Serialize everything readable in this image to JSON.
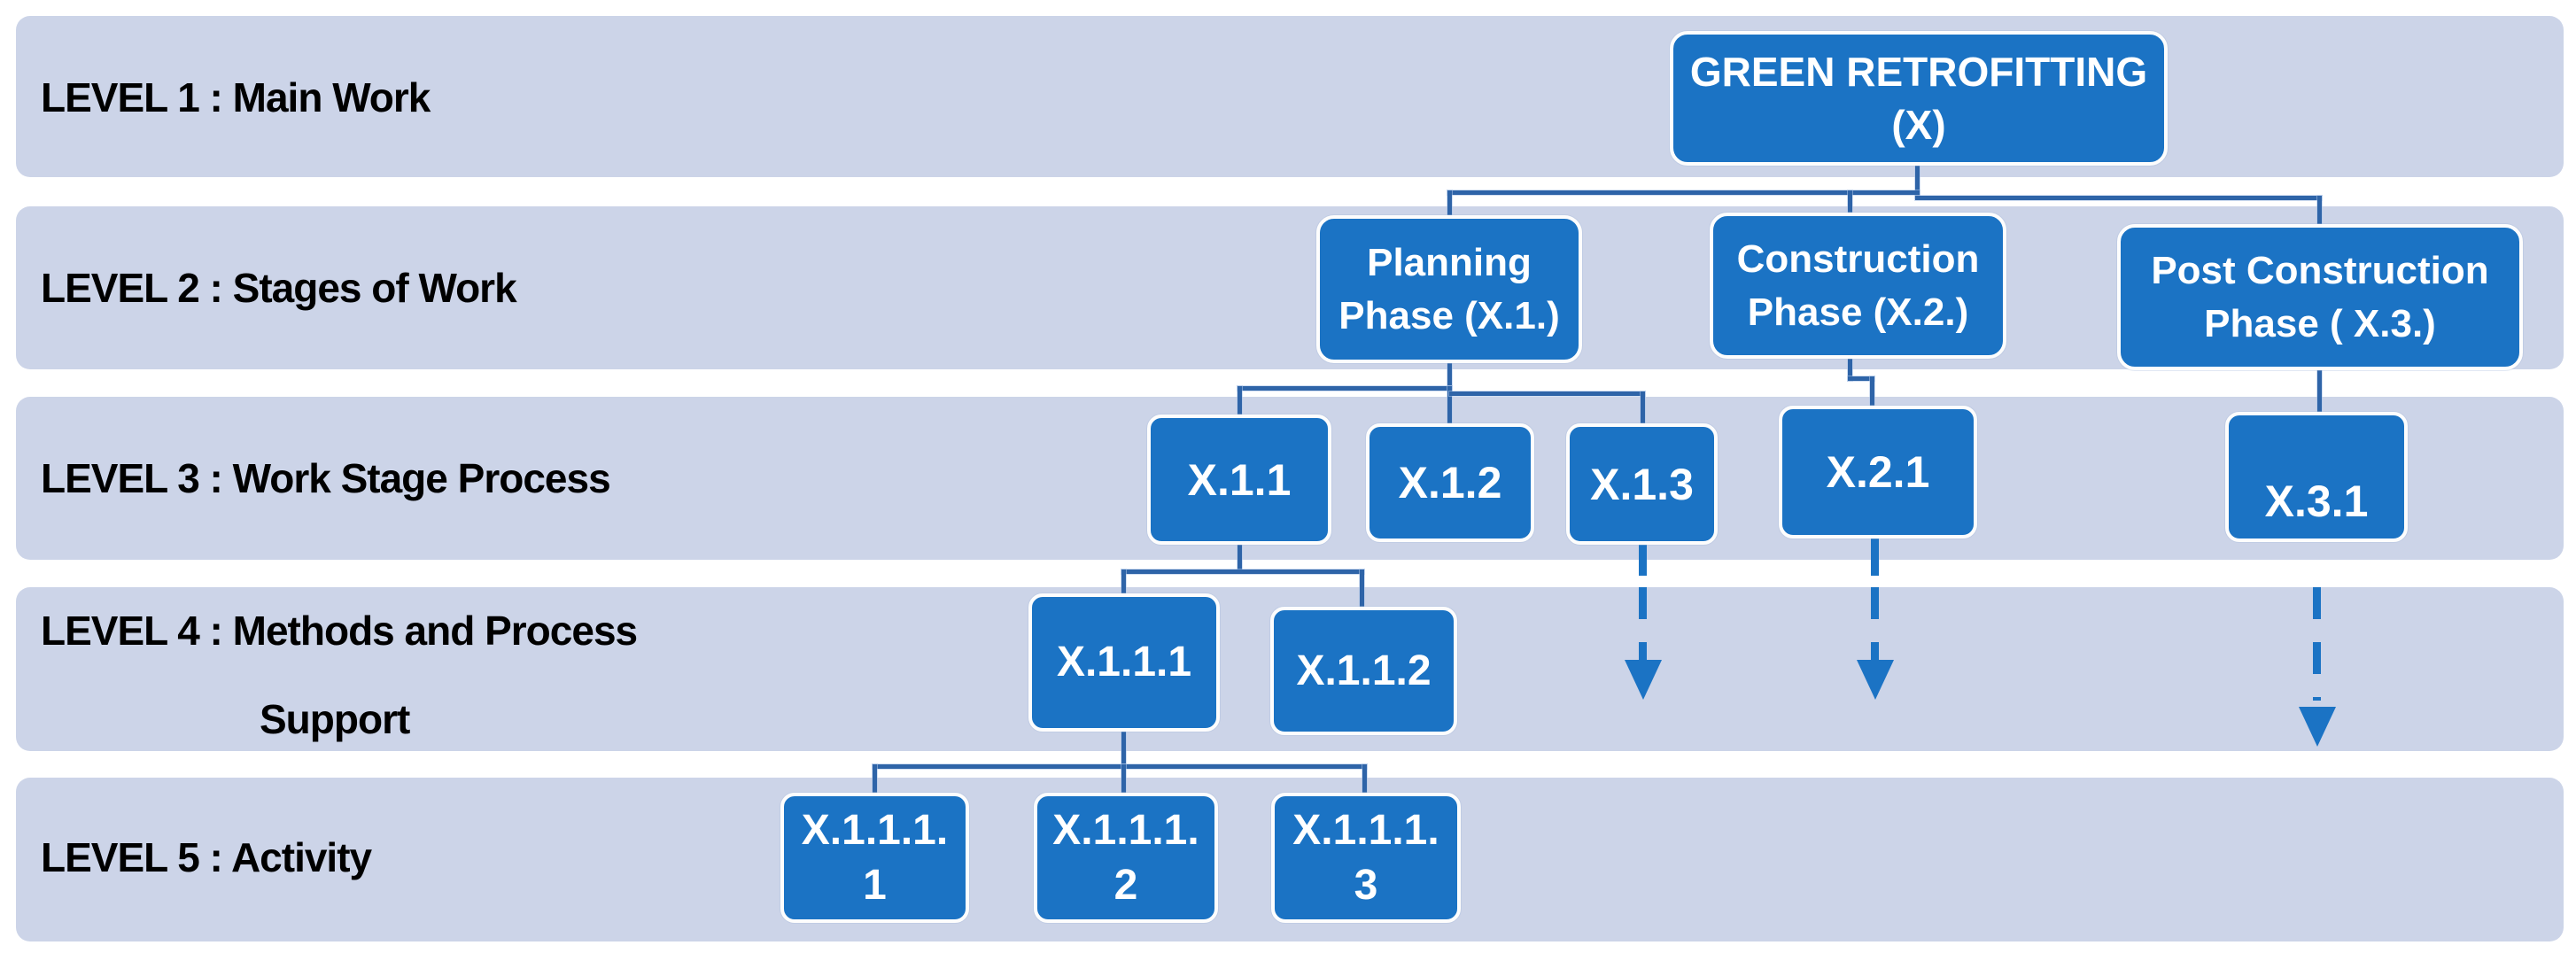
{
  "figure": {
    "type": "wbs-hierarchy-diagram",
    "subject": "Green Retrofitting work breakdown structure"
  },
  "colors": {
    "band_background": "#ccd4e8",
    "box_fill": "#1b73c4",
    "box_border": "#fdfdfd",
    "connector_line": "#2e64a8",
    "dashed_arrow": "#1b73c4",
    "label_text": "#000000",
    "box_text": "#ffffff",
    "page_background": "#ffffff"
  },
  "bands": [
    {
      "label": "LEVEL 1 : Main Work"
    },
    {
      "label": "LEVEL 2 : Stages of Work"
    },
    {
      "label": "LEVEL 3 : Work Stage Process"
    },
    {
      "label": "LEVEL 4 : Methods and Process",
      "label2": "Support"
    },
    {
      "label": "LEVEL 5 : Activity"
    }
  ],
  "nodes": {
    "root": {
      "line1": "GREEN RETROFITTING",
      "line2": "(X)"
    },
    "planning": {
      "line1": "Planning",
      "line2": "Phase (X.1.)"
    },
    "construction": {
      "line1": "Construction",
      "line2": "Phase (X.2.)"
    },
    "post_construction": {
      "line1": "Post Construction",
      "line2": "Phase ( X.3.)"
    },
    "x11": {
      "line1": "X.1.1"
    },
    "x12": {
      "line1": "X.1.2"
    },
    "x13": {
      "line1": "X.1.3"
    },
    "x21": {
      "line1": "X.2.1"
    },
    "x31": {
      "line1": "X.3.1"
    },
    "x111": {
      "line1": "X.1.1.1"
    },
    "x112": {
      "line1": "X.1.1.2"
    },
    "x1111": {
      "line1": "X.1.1.1.",
      "line2": "1"
    },
    "x1112": {
      "line1": "X.1.1.1.",
      "line2": "2"
    },
    "x1113": {
      "line1": "X.1.1.1.",
      "line2": "3"
    }
  },
  "connections": {
    "solid": [
      [
        "root",
        "planning"
      ],
      [
        "root",
        "construction"
      ],
      [
        "root",
        "post_construction"
      ],
      [
        "planning",
        "x11"
      ],
      [
        "planning",
        "x12"
      ],
      [
        "planning",
        "x13"
      ],
      [
        "construction",
        "x21"
      ],
      [
        "post_construction",
        "x31"
      ],
      [
        "x11",
        "x111"
      ],
      [
        "x11",
        "x112"
      ],
      [
        "x111",
        "x1111"
      ],
      [
        "x111",
        "x1112"
      ],
      [
        "x111",
        "x1113"
      ]
    ],
    "dashed_continuation_from": [
      "x13",
      "x21",
      "x31"
    ]
  }
}
